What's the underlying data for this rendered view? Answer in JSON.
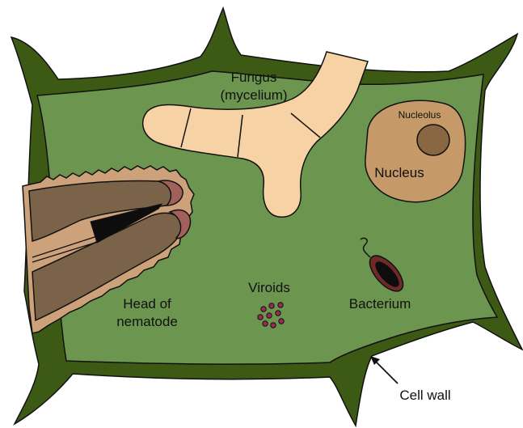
{
  "labels": {
    "fungus_line1": "Fungus",
    "fungus_line2": "(mycelium)",
    "nucleolus": "Nucleolus",
    "nucleus": "Nucleus",
    "viroids": "Viroids",
    "bacterium": "Bacterium",
    "nematode_line1": "Head of",
    "nematode_line2": "nematode",
    "cell_wall": "Cell wall"
  },
  "colors": {
    "cell_wall": "#3d5a15",
    "cytoplasm": "#6c9550",
    "fungus": "#f6d2a4",
    "nucleus": "#c59a68",
    "nucleolus": "#8a6743",
    "nematode_sheath": "#cda27a",
    "nematode_body": "#7a6349",
    "nematode_tip": "#a2605a",
    "viroid": "#9a2a55",
    "bacterium": "#6f2a28",
    "outline": "#111111"
  }
}
